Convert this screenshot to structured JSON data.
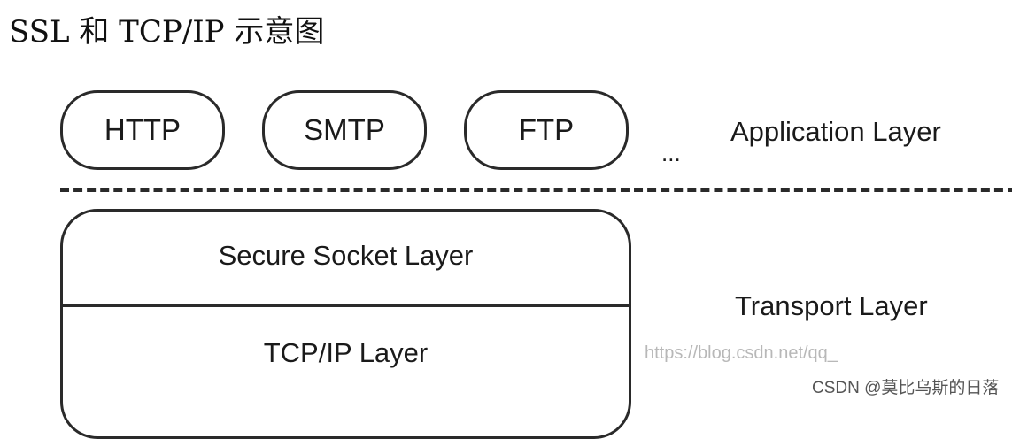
{
  "title": "SSL 和 TCP/IP 示意图",
  "application_protocols": [
    "HTTP",
    "SMTP",
    "FTP"
  ],
  "ellipsis": "...",
  "application_layer_label": "Application Layer",
  "stack": {
    "top": "Secure Socket Layer",
    "bottom": "TCP/IP Layer"
  },
  "transport_layer_label": "Transport Layer",
  "watermark": {
    "url": "https://blog.csdn.net/qq_",
    "author": "CSDN @莫比乌斯的日落"
  }
}
